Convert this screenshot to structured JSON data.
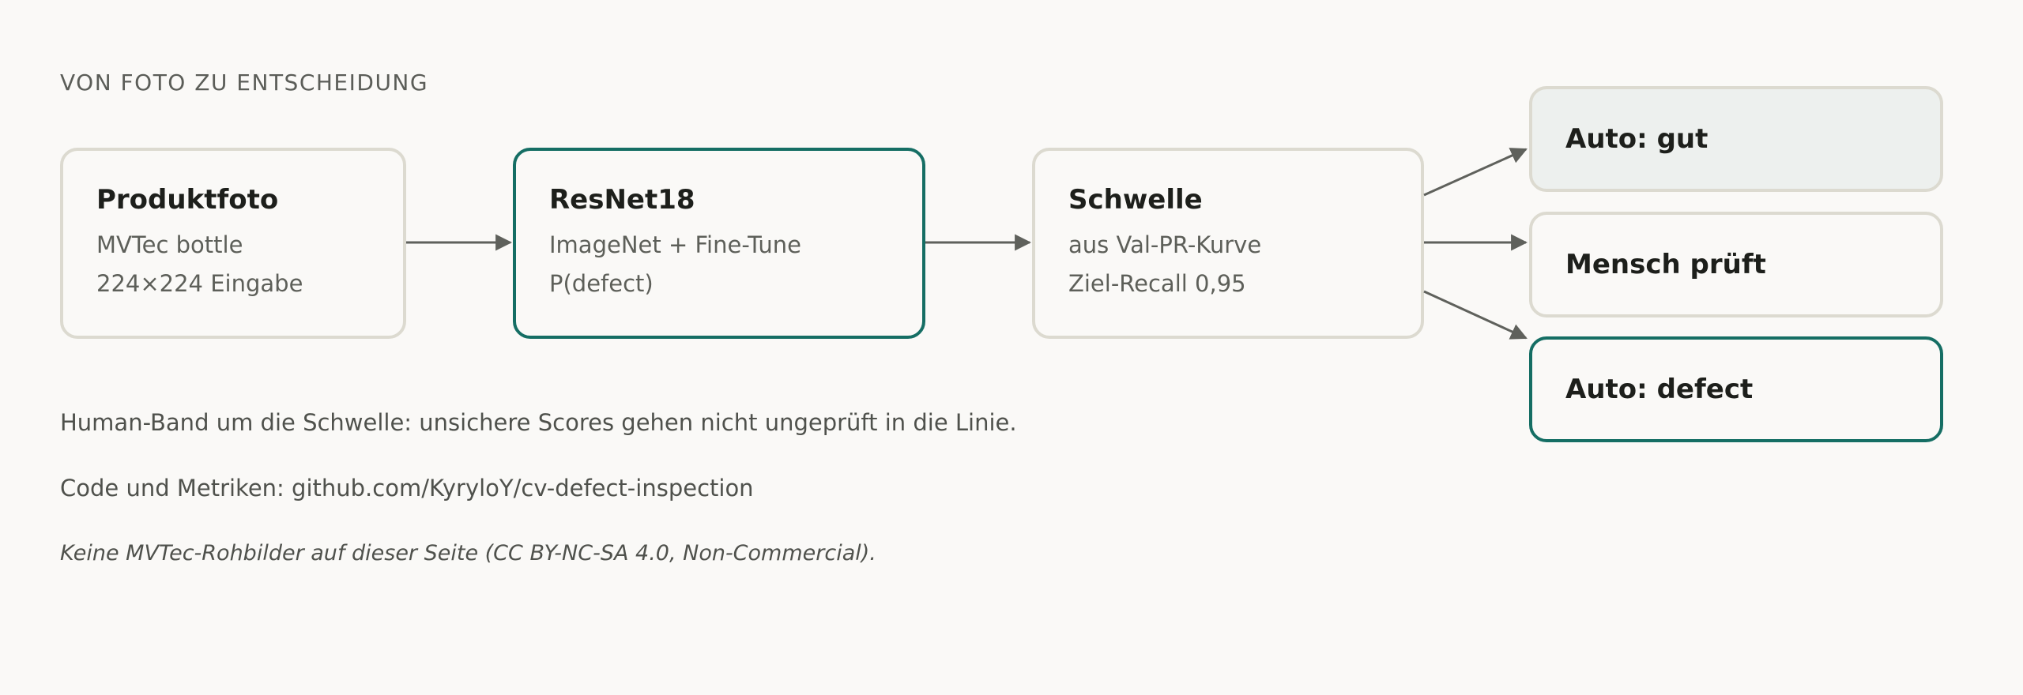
{
  "header": {
    "kicker": "VON FOTO ZU ENTSCHEIDUNG"
  },
  "pipeline": {
    "steps": [
      {
        "title": "Produktfoto",
        "line1": "MVTec bottle",
        "line2": "224×224 Eingabe"
      },
      {
        "title": "ResNet18",
        "line1": "ImageNet + Fine-Tune",
        "line2": "P(defect)"
      },
      {
        "title": "Schwelle",
        "line1": "aus Val-PR-Kurve",
        "line2": "Ziel-Recall 0,95"
      }
    ],
    "outcomes": [
      {
        "label": "Auto: gut"
      },
      {
        "label": "Mensch prüft"
      },
      {
        "label": "Auto: defect"
      }
    ]
  },
  "notes": {
    "human_band": "Human-Band um die Schwelle: unsichere Scores gehen nicht ungeprüft in die Linie.",
    "code": "Code und Metriken: github.com/KyryloY/cv-defect-inspection",
    "license": "Keine MVTec-Rohbilder auf dieser Seite (CC BY-NC-SA 4.0, Non-Commercial)."
  },
  "colors": {
    "accent": "#156e64",
    "border": "#dcdad0",
    "arrow": "#5f615c",
    "outcome_fill": "#edf0ee",
    "background": "#faf9f7"
  }
}
